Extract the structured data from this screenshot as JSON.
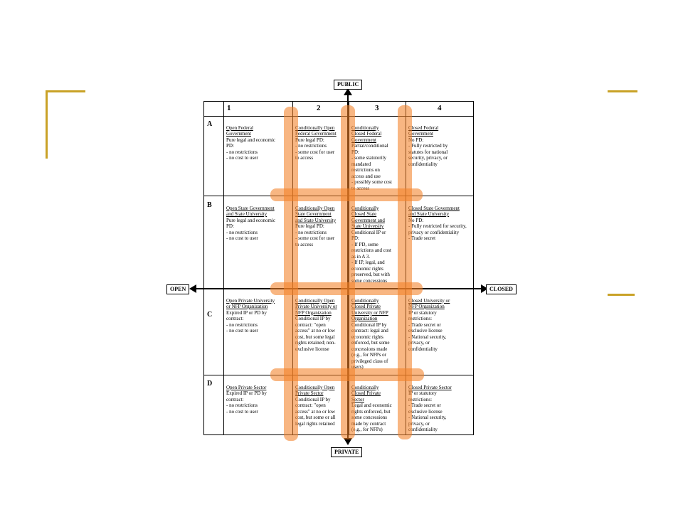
{
  "axes": {
    "top": "PUBLIC",
    "bottom": "PRIVATE",
    "left": "OPEN",
    "right": "CLOSED"
  },
  "columns": [
    "1",
    "2",
    "3",
    "4"
  ],
  "rows": [
    {
      "label": "A",
      "cells": [
        {
          "title": "Open Federal\nGovernment",
          "body": "Pure legal and economic\nPD:\n- no restrictions\n- no cost to user"
        },
        {
          "title": "Conditionally Open\nFederal Government",
          "body": "Pure legal PD:\n- no restrictions\n- some cost for user\nto access"
        },
        {
          "title": "Conditionally\nClosed Federal\nGovernment",
          "body": "Partial/conditional\nPD:\n- some statutorily\nmandated\nrestrictions on\naccess and use\n- possibly some cost\nto access"
        },
        {
          "title": "Closed Federal\nGovernment",
          "body": "No PD:\n- Fully restricted by\nstatutes for national\nsecurity, privacy, or\nconfidentiality"
        }
      ]
    },
    {
      "label": "B",
      "cells": [
        {
          "title": "Open State Government\nand State University",
          "body": "Pure legal and economic\nPD:\n- no restrictions\n- no cost to user"
        },
        {
          "title": "Conditionally Open\nState Government\nand State University",
          "body": "Pure legal PD:\n- no restrictions\n- some cost for user\nto access"
        },
        {
          "title": "Conditionally\nClosed State\nGovernment and\nState University",
          "body": "Conditional IP or\nPD:\n- If PD, some\nrestrictions and cost\nas in A 3.\n- If IP, legal, and\neconomic rights\npreserved, but with\nsome concessions"
        },
        {
          "title": "Closed State Government\nand State University",
          "body": "No PD:\n- Fully restricted for security,\nprivacy or confidentiality\n- Trade secret"
        }
      ]
    },
    {
      "label": "C",
      "cells": [
        {
          "title": "Open Private University\nor NFP Organization",
          "body": "Expired IP or PD by\ncontract:\n- no restrictions\n- no cost to user"
        },
        {
          "title": "Conditionally Open\nPrivate University or\nNFP Organization",
          "body": "Conditional IP by\ncontract: \"open\naccess\" at no or low\ncost, but some legal\nrights retained; non-\nexclusive license"
        },
        {
          "title": "Conditionally\nClosed Private\nUniversity or NFP\nOrganization",
          "body": "Conditional IP by\ncontract: legal and\neconomic rights\nenforced, but some\nconcessions made\n(e.g., for NFPs or\nprivileged class of\nusers)"
        },
        {
          "title": "Closed University or\nNFP Organization",
          "body": "IP or statutory\nrestrictions:\n- Trade secret or\nexclusive license\n- National security,\nprivacy, or\nconfidentiality"
        }
      ]
    },
    {
      "label": "D",
      "cells": [
        {
          "title": "Open Private Sector",
          "body": "Expired IP or PD by\ncontract:\n- no restrictions\n- no cost to user"
        },
        {
          "title": "Conditionally Open\nPrivate Sector",
          "body": "Conditional IP by\ncontract: \"open\naccess\" at no or low\ncost, but some or all\nlegal rights retained"
        },
        {
          "title": "Conditionally\nClosed Private\nSector",
          "body": "Legal and economic\nrights enforced, but\nsome concessions\nmade by contract\n(e.g., for NFPs)"
        },
        {
          "title": "Closed Private Sector",
          "body": "IP or statutory\nrestrictions:\n- Trade secret or\nexclusive license\n- National security,\nprivacy, or\nconfidentiality"
        }
      ]
    }
  ],
  "colors": {
    "accent": "#c9a227",
    "highlight": "#f38228"
  }
}
